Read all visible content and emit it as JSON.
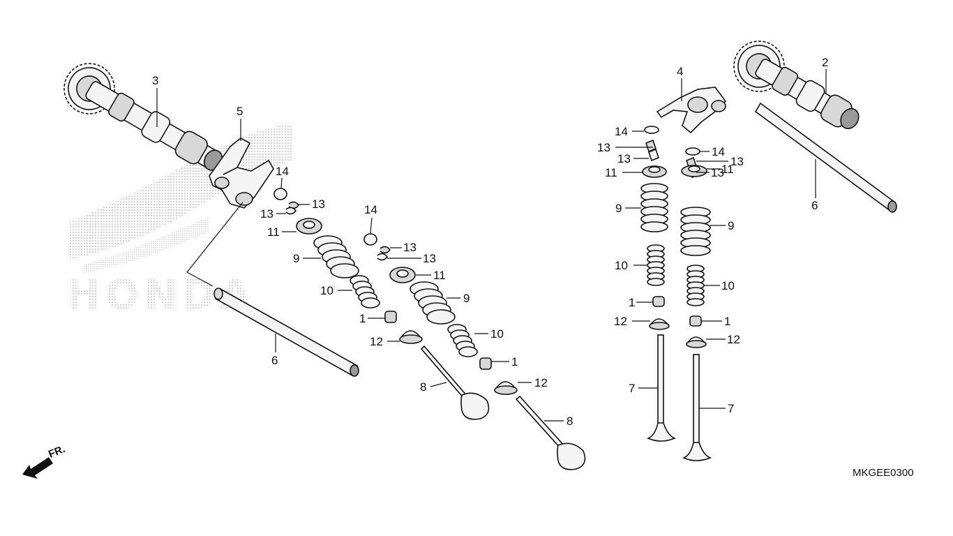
{
  "diagram": {
    "code": "MKGEE0300",
    "direction_label": "FR.",
    "watermark": "HONDA",
    "callouts": [
      {
        "id": "c-3",
        "text": "3"
      },
      {
        "id": "c-5",
        "text": "5"
      },
      {
        "id": "c-14a",
        "text": "14"
      },
      {
        "id": "c-13a",
        "text": "13"
      },
      {
        "id": "c-13b",
        "text": "13"
      },
      {
        "id": "c-11a",
        "text": "11"
      },
      {
        "id": "c-9a",
        "text": "9"
      },
      {
        "id": "c-10a",
        "text": "10"
      },
      {
        "id": "c-1a",
        "text": "1"
      },
      {
        "id": "c-12a",
        "text": "12"
      },
      {
        "id": "c-6a",
        "text": "6"
      },
      {
        "id": "c-8a",
        "text": "8"
      },
      {
        "id": "c-14b",
        "text": "14"
      },
      {
        "id": "c-13c",
        "text": "13"
      },
      {
        "id": "c-13d",
        "text": "13"
      },
      {
        "id": "c-11b",
        "text": "11"
      },
      {
        "id": "c-9b",
        "text": "9"
      },
      {
        "id": "c-10b",
        "text": "10"
      },
      {
        "id": "c-1b",
        "text": "1"
      },
      {
        "id": "c-12b",
        "text": "12"
      },
      {
        "id": "c-8b",
        "text": "8"
      },
      {
        "id": "c-4",
        "text": "4"
      },
      {
        "id": "c-2",
        "text": "2"
      },
      {
        "id": "c-6b",
        "text": "6"
      },
      {
        "id": "c-14c",
        "text": "14"
      },
      {
        "id": "c-13e",
        "text": "13"
      },
      {
        "id": "c-13f",
        "text": "13"
      },
      {
        "id": "c-11c",
        "text": "11"
      },
      {
        "id": "c-9c",
        "text": "9"
      },
      {
        "id": "c-10c",
        "text": "10"
      },
      {
        "id": "c-1c",
        "text": "1"
      },
      {
        "id": "c-12c",
        "text": "12"
      },
      {
        "id": "c-7a",
        "text": "7"
      },
      {
        "id": "c-14d",
        "text": "14"
      },
      {
        "id": "c-13g",
        "text": "13"
      },
      {
        "id": "c-13h",
        "text": "13"
      },
      {
        "id": "c-11d",
        "text": "11"
      },
      {
        "id": "c-9d",
        "text": "9"
      },
      {
        "id": "c-10d",
        "text": "10"
      },
      {
        "id": "c-1d",
        "text": "1"
      },
      {
        "id": "c-12d",
        "text": "12"
      },
      {
        "id": "c-7b",
        "text": "7"
      }
    ]
  }
}
